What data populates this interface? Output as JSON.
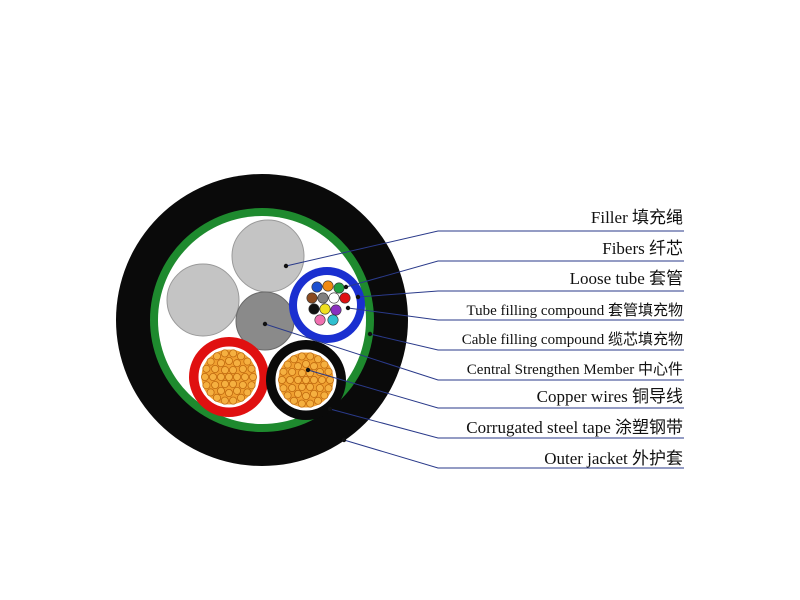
{
  "labels": [
    {
      "text": "Filler 填充绳"
    },
    {
      "text": "Fibers 纤芯"
    },
    {
      "text": "Loose tube 套管"
    },
    {
      "text": "Tube filling compound 套管填充物"
    },
    {
      "text": "Cable filling compound 缆芯填充物"
    },
    {
      "text": "Central Strengthen Member 中心件"
    },
    {
      "text": "Copper wires 铜导线"
    },
    {
      "text": "Corrugated steel tape 涂塑钢带"
    },
    {
      "text": "Outer jacket 外护套"
    }
  ],
  "colors": {
    "outer_jacket": "#0a0a0a",
    "steel_tape": "#1e8a2e",
    "filler": "#c4c4c4",
    "central_member": "#8a8a8a",
    "loose_tube": "#1a2fd0",
    "copper_insulation_red": "#e01010",
    "copper_insulation_black": "#0a0a0a",
    "copper": "#f0a030",
    "leader_line": "#2a3a8a",
    "fiber_colors": [
      "#1a4fd0",
      "#f08a10",
      "#20a040",
      "#8a4a20",
      "#808080",
      "#ffffff",
      "#e01010",
      "#101010",
      "#f0e020",
      "#8a30c0",
      "#f070b0",
      "#30c0d0"
    ]
  }
}
